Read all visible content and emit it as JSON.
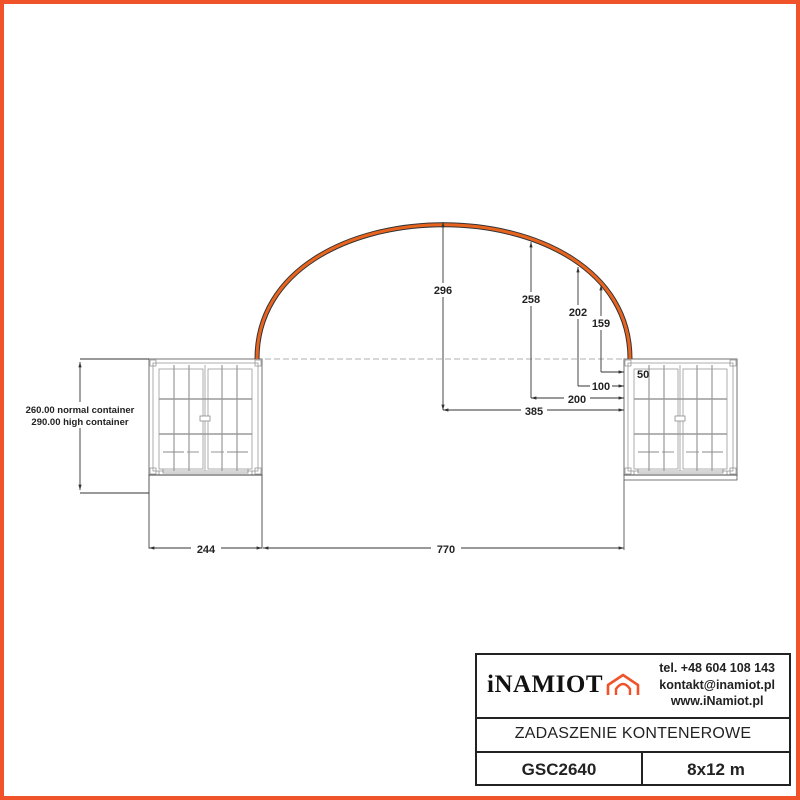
{
  "colors": {
    "frame": "#f0522a",
    "arch": "#e8641e",
    "line": "#333333",
    "container": "#8a8a8a"
  },
  "drawing": {
    "arch_heights": [
      {
        "label": "296"
      },
      {
        "label": "258"
      },
      {
        "label": "202"
      },
      {
        "label": "159"
      }
    ],
    "horizontal_offsets": [
      {
        "label": "50"
      },
      {
        "label": "100"
      },
      {
        "label": "200"
      },
      {
        "label": "385"
      }
    ],
    "container_height_note": {
      "line1": "260.00 normal container",
      "line2": "290.00 high container"
    },
    "bottom_dims": {
      "container_width": "244",
      "span_between": "770"
    }
  },
  "title_block": {
    "logo_text": "iNAMIOT",
    "logo_icon": "tent-icon",
    "contact": {
      "phone": "tel. +48 604 108 143",
      "email": "kontakt@inamiot.pl",
      "website": "www.iNamiot.pl"
    },
    "product_name": "ZADASZENIE KONTENEROWE",
    "model": "GSC2640",
    "size": "8x12 m"
  }
}
